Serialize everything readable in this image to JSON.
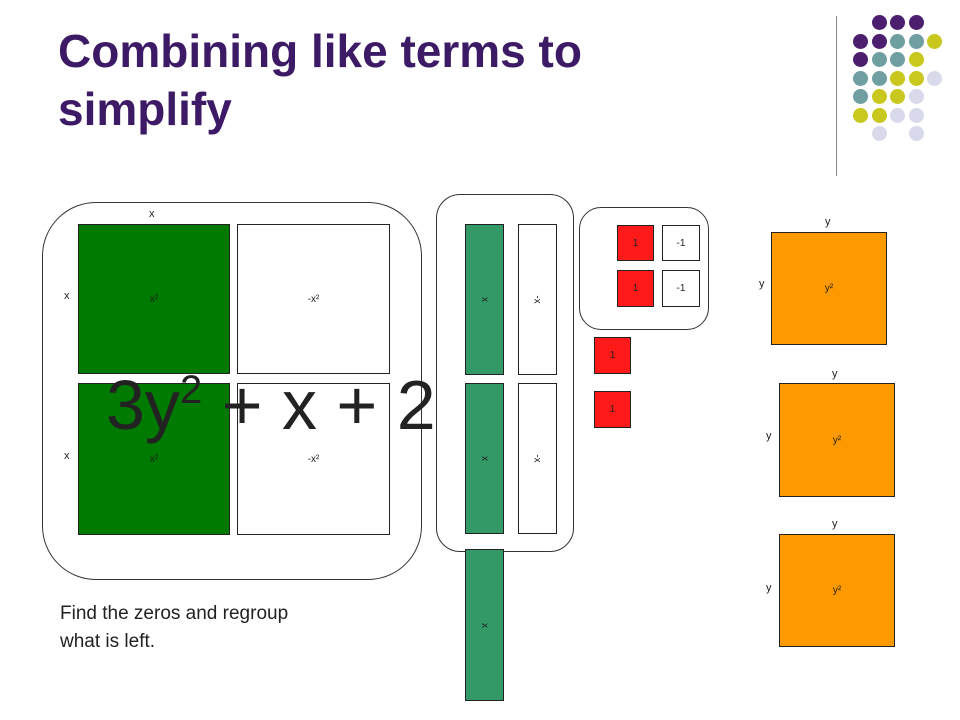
{
  "slide": {
    "title_line1": "Combining like terms to",
    "title_line2": "simplify",
    "expression_base": "3y",
    "expression_exp": "2",
    "expression_rest": " + x + 2",
    "hint_line1": "Find the zeros and regroup",
    "hint_line2": "what is left."
  },
  "colors": {
    "title": "#3d1a66",
    "green_tile": "#007a00",
    "seagreen_tile": "#339966",
    "red_tile": "#ff1a1a",
    "orange_tile": "#ff9900",
    "dot_purple": "#4b1e6e",
    "dot_teal": "#6f9fa0",
    "dot_yellow": "#c8c81e",
    "dot_lavender": "#d9d9ec"
  },
  "x2_group": {
    "top_dim": "x",
    "row1_dim": "x",
    "row2_dim": "x",
    "tile_x2": "x²",
    "tile_negx2": "-x²"
  },
  "x_group": {
    "tile_x": "x",
    "tile_negx": "-x",
    "extra_x": "x"
  },
  "const_group": {
    "one": "1",
    "neg_one": "-1",
    "extra_one": "1"
  },
  "y2_tiles": {
    "dim": "y",
    "label": "y²"
  }
}
